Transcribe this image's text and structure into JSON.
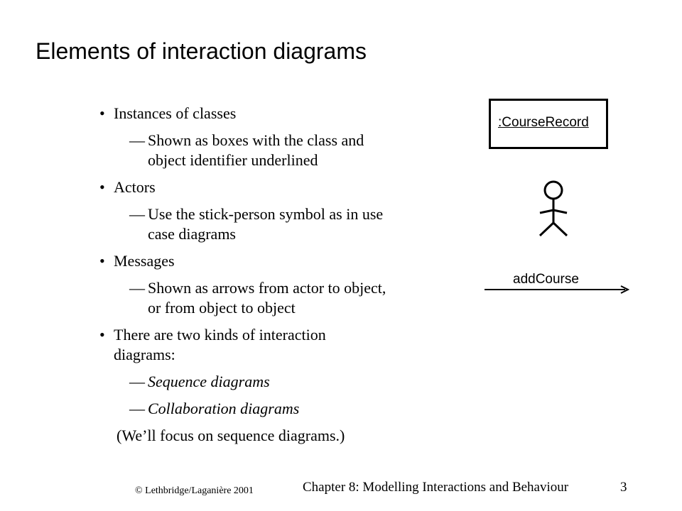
{
  "title": "Elements of interaction diagrams",
  "items": [
    {
      "type": "bullet",
      "bullet": "•",
      "text": "Instances of classes"
    },
    {
      "type": "sub",
      "dash": "—",
      "lines": [
        "Shown as boxes with the class and",
        "object identifier underlined"
      ]
    },
    {
      "type": "bullet",
      "bullet": "•",
      "text": "Actors"
    },
    {
      "type": "sub",
      "dash": "—",
      "lines": [
        "Use the stick-person symbol as in use",
        "case diagrams"
      ]
    },
    {
      "type": "bullet",
      "bullet": "•",
      "text": "Messages"
    },
    {
      "type": "sub",
      "dash": "—",
      "lines": [
        "Shown as arrows from actor to object,",
        "or from object to object"
      ]
    },
    {
      "type": "bullet",
      "bullet": "•",
      "lines": [
        "There are two kinds of interaction",
        "diagrams:"
      ]
    },
    {
      "type": "sub",
      "dash": "—",
      "text": "Sequence diagrams",
      "italic": true
    },
    {
      "type": "sub",
      "dash": "—",
      "text": "Collaboration diagrams",
      "italic": true
    },
    {
      "type": "note",
      "text": "(We’ll focus on sequence diagrams.)"
    }
  ],
  "diagram": {
    "object_label": ":CourseRecord",
    "message_label": "addCourse",
    "actor_icon": "stick-person-icon",
    "arrow_icon": "open-arrow-right-icon"
  },
  "footer": {
    "copyright": "© Lethbridge/Laganière 2001",
    "chapter": "Chapter 8: Modelling Interactions and Behaviour",
    "page": "3"
  }
}
